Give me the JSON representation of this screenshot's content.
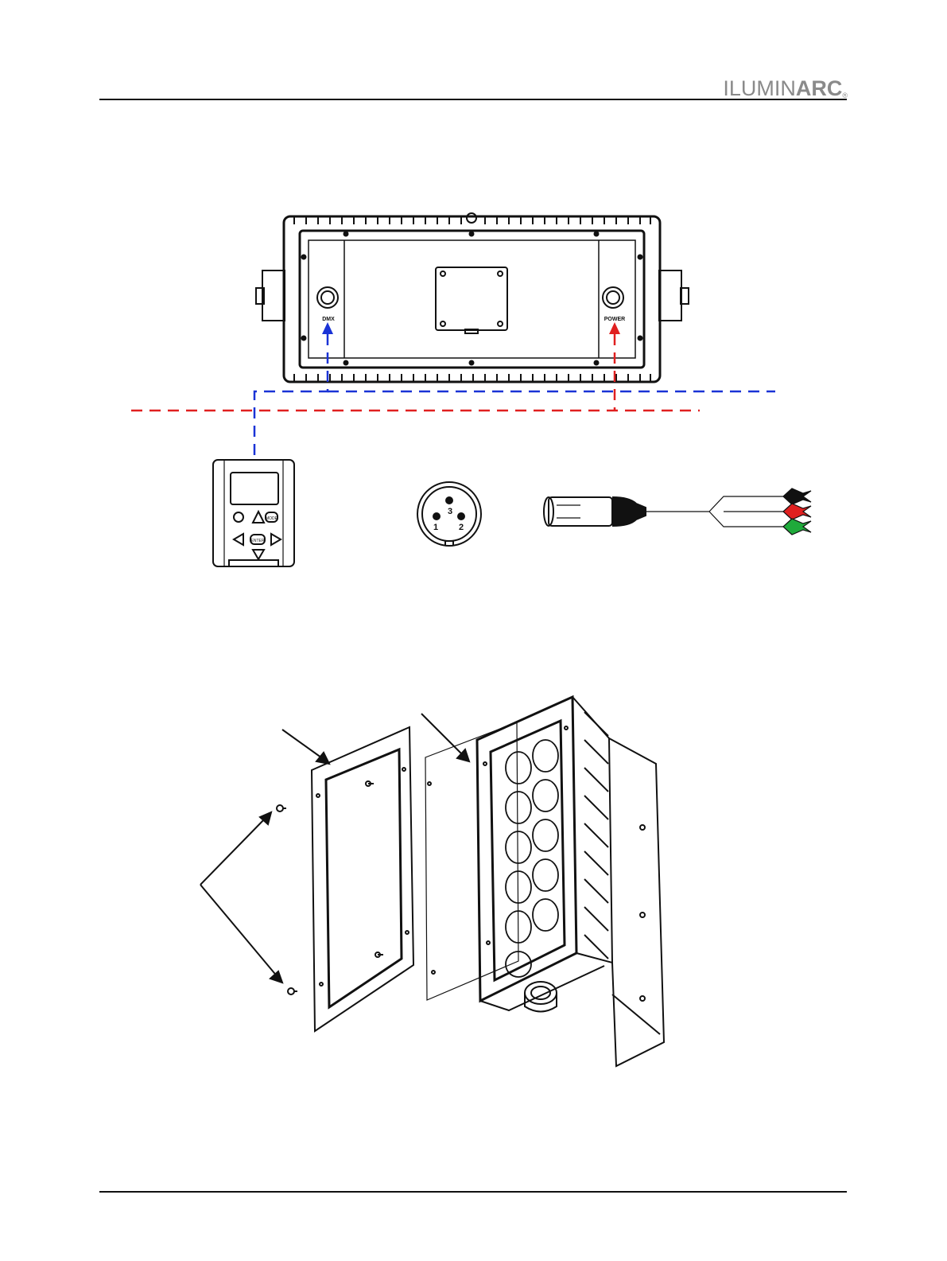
{
  "header": {
    "brand_light": "ILUMIN",
    "brand_bold": "ARC",
    "brand_mark": "®"
  },
  "fixture_rear": {
    "dmx_port_label": "DMX",
    "power_port_label": "POWER"
  },
  "xlr_connector": {
    "pins": [
      "1",
      "2",
      "3"
    ]
  },
  "controller": {
    "buttons": {
      "mode": "MODE",
      "enter": "ENTER"
    }
  },
  "colors": {
    "dmx_line": "#1a33d6",
    "power_line": "#e02020",
    "wire_hot": "#111111",
    "wire_neutral": "#e02020",
    "wire_ground": "#1faa3b",
    "brand_text": "#8a8a8a"
  }
}
